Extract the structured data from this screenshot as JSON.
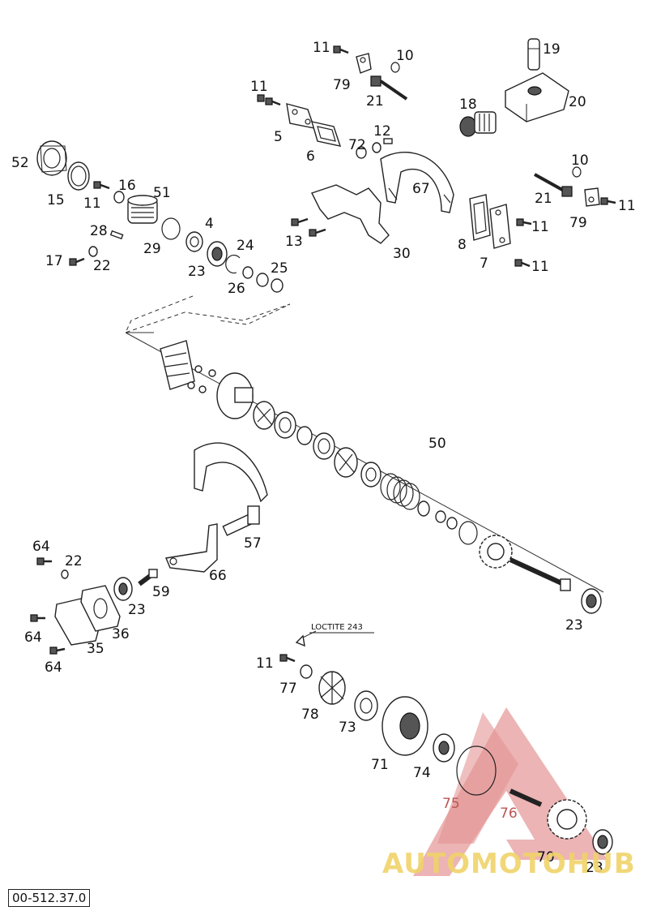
{
  "drawing_code": "00-512.37.0",
  "annotation": "LOCTITE 243",
  "watermark": "AUTOMOTOHUB",
  "callouts": [
    {
      "id": "c11a",
      "text": "11"
    },
    {
      "id": "c10a",
      "text": "10"
    },
    {
      "id": "c19",
      "text": "19"
    },
    {
      "id": "c79a",
      "text": "79"
    },
    {
      "id": "c21a",
      "text": "21"
    },
    {
      "id": "c20",
      "text": "20"
    },
    {
      "id": "c11b",
      "text": "11"
    },
    {
      "id": "c18",
      "text": "18"
    },
    {
      "id": "c5",
      "text": "5"
    },
    {
      "id": "c12",
      "text": "12"
    },
    {
      "id": "c72",
      "text": "72"
    },
    {
      "id": "c6",
      "text": "6"
    },
    {
      "id": "c52",
      "text": "52"
    },
    {
      "id": "c16",
      "text": "16"
    },
    {
      "id": "c51",
      "text": "51"
    },
    {
      "id": "c10b",
      "text": "10"
    },
    {
      "id": "c15",
      "text": "15"
    },
    {
      "id": "c11c",
      "text": "11"
    },
    {
      "id": "c67",
      "text": "67"
    },
    {
      "id": "c21b",
      "text": "21"
    },
    {
      "id": "c11d",
      "text": "11"
    },
    {
      "id": "c79b",
      "text": "79"
    },
    {
      "id": "c4",
      "text": "4"
    },
    {
      "id": "c28",
      "text": "28"
    },
    {
      "id": "c29",
      "text": "29"
    },
    {
      "id": "c11e",
      "text": "11"
    },
    {
      "id": "c13",
      "text": "13"
    },
    {
      "id": "c8",
      "text": "8"
    },
    {
      "id": "c24",
      "text": "24"
    },
    {
      "id": "c30",
      "text": "30"
    },
    {
      "id": "c17",
      "text": "17"
    },
    {
      "id": "c22a",
      "text": "22"
    },
    {
      "id": "c23a",
      "text": "23"
    },
    {
      "id": "c7",
      "text": "7"
    },
    {
      "id": "c11f",
      "text": "11"
    },
    {
      "id": "c25",
      "text": "25"
    },
    {
      "id": "c26",
      "text": "26"
    },
    {
      "id": "c50",
      "text": "50"
    },
    {
      "id": "c57",
      "text": "57"
    },
    {
      "id": "c64a",
      "text": "64"
    },
    {
      "id": "c22b",
      "text": "22"
    },
    {
      "id": "c66",
      "text": "66"
    },
    {
      "id": "c59",
      "text": "59"
    },
    {
      "id": "c23b",
      "text": "23"
    },
    {
      "id": "c64b",
      "text": "64"
    },
    {
      "id": "c36",
      "text": "36"
    },
    {
      "id": "c23c",
      "text": "23"
    },
    {
      "id": "c35",
      "text": "35"
    },
    {
      "id": "c64c",
      "text": "64"
    },
    {
      "id": "c11g",
      "text": "11"
    },
    {
      "id": "c77",
      "text": "77"
    },
    {
      "id": "c78",
      "text": "78"
    },
    {
      "id": "c73",
      "text": "73"
    },
    {
      "id": "c71",
      "text": "71"
    },
    {
      "id": "c74",
      "text": "74"
    },
    {
      "id": "c75",
      "text": "75"
    },
    {
      "id": "c76",
      "text": "76"
    },
    {
      "id": "c70",
      "text": "70"
    },
    {
      "id": "c23d",
      "text": "23"
    }
  ]
}
